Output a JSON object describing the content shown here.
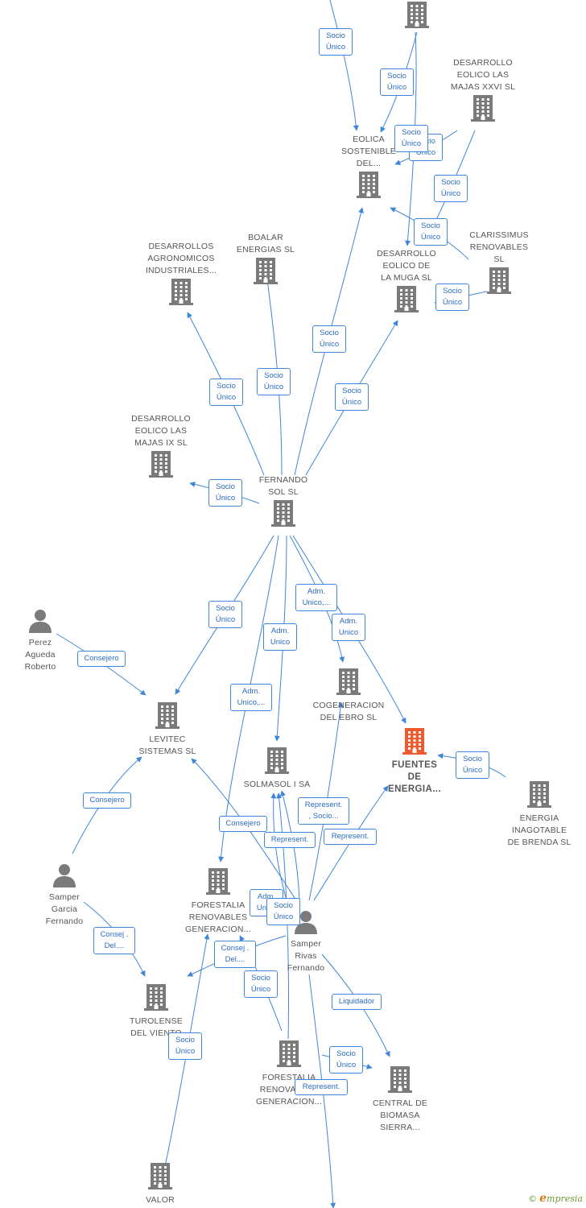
{
  "colors": {
    "company": "#7a7a7a",
    "focus": "#ef5a2e",
    "person": "#7a7a7a",
    "edge": "#3f86d9",
    "label": "#2b6cc4"
  },
  "nodes": [
    {
      "id": "top_company",
      "type": "company",
      "label": []
    },
    {
      "id": "eolica_sostenible",
      "type": "company",
      "label": [
        "EOLICA",
        "SOSTENIBLE",
        "DEL..."
      ]
    },
    {
      "id": "majas_xxvi",
      "type": "company",
      "label": [
        "DESARROLLO",
        "EOLICO LAS",
        "MAJAS XXVI  SL"
      ]
    },
    {
      "id": "clarissimus",
      "type": "company",
      "label": [
        "CLARISSIMUS",
        "RENOVABLES",
        "SL"
      ]
    },
    {
      "id": "la_muga",
      "type": "company",
      "label": [
        "DESARROLLO",
        "EOLICO DE",
        "LA MUGA SL"
      ]
    },
    {
      "id": "agronomicos",
      "type": "company",
      "label": [
        "DESARROLLOS",
        "AGRONOMICOS",
        "INDUSTRIALES..."
      ]
    },
    {
      "id": "boalar",
      "type": "company",
      "label": [
        "BOALAR",
        "ENERGIAS  SL"
      ]
    },
    {
      "id": "majas_ix",
      "type": "company",
      "label": [
        "DESARROLLO",
        "EOLICO LAS",
        "MAJAS IX  SL"
      ]
    },
    {
      "id": "fernando_sol",
      "type": "company",
      "label": [
        "FERNANDO",
        "SOL SL"
      ]
    },
    {
      "id": "perez",
      "type": "person",
      "label": [
        "Perez",
        "Agueda",
        "Roberto"
      ]
    },
    {
      "id": "levitec",
      "type": "company",
      "label": [
        "LEVITEC",
        "SISTEMAS  SL"
      ]
    },
    {
      "id": "cogeneracion",
      "type": "company",
      "label": [
        "COGENERACION",
        "DEL EBRO  SL"
      ]
    },
    {
      "id": "fuentes",
      "type": "focus",
      "label": [
        "FUENTES",
        "DE",
        "ENERGIA..."
      ]
    },
    {
      "id": "solmasol",
      "type": "company",
      "label": [
        "SOLMASOL I SA"
      ]
    },
    {
      "id": "energia_inagotable",
      "type": "company",
      "label": [
        "ENERGIA",
        "INAGOTABLE",
        "DE BRENDA  SL"
      ]
    },
    {
      "id": "samper_garcia",
      "type": "person",
      "label": [
        "Samper",
        "Garcia",
        "Fernando"
      ]
    },
    {
      "id": "forestalia_1",
      "type": "company",
      "label": [
        "FORESTALIA",
        "RENOVABLES",
        "GENERACION..."
      ]
    },
    {
      "id": "samper_rivas",
      "type": "person",
      "label": [
        "Samper",
        "Rivas",
        "Fernando"
      ]
    },
    {
      "id": "turolense",
      "type": "company",
      "label": [
        "TUROLENSE",
        "DEL VIENTO"
      ]
    },
    {
      "id": "forestalia_2",
      "type": "company",
      "label": [
        "FORESTALIA",
        "RENOVABLES",
        "GENERACION..."
      ]
    },
    {
      "id": "central_biomasa",
      "type": "company",
      "label": [
        "CENTRAL DE",
        "BIOMASA",
        "SIERRA..."
      ]
    },
    {
      "id": "valor",
      "type": "company",
      "label": [
        "VALOR"
      ]
    }
  ],
  "edge_labels": [
    {
      "id": "l1",
      "text": "Socio\nÚnico"
    },
    {
      "id": "l2",
      "text": "Socio\nÚnico"
    },
    {
      "id": "l3",
      "text": "Socio\nÚnico"
    },
    {
      "id": "l4",
      "text": "Socio\nÚnico"
    },
    {
      "id": "l5",
      "text": "Socio\nÚnico"
    },
    {
      "id": "l6",
      "text": "Socio\nÚnico"
    },
    {
      "id": "l7",
      "text": "Socio\nÚnico"
    },
    {
      "id": "l8",
      "text": "Socio\nÚnico"
    },
    {
      "id": "l9",
      "text": "Socio\nÚnico"
    },
    {
      "id": "l10",
      "text": "Socio\nÚnico"
    },
    {
      "id": "l11",
      "text": "Socio\nÚnico"
    },
    {
      "id": "l12",
      "text": "Socio\nÚnico"
    },
    {
      "id": "l13",
      "text": "Socio\nÚnico"
    },
    {
      "id": "l14",
      "text": "Adm.\nUnico,..."
    },
    {
      "id": "l15",
      "text": "Adm.\nUnico"
    },
    {
      "id": "l16",
      "text": "Adm.\nUnico"
    },
    {
      "id": "l17",
      "text": "Adm.\nUnico,..."
    },
    {
      "id": "l18",
      "text": "Consejero"
    },
    {
      "id": "l19",
      "text": "Socio\nÚnico"
    },
    {
      "id": "l20",
      "text": "Consejero"
    },
    {
      "id": "l21",
      "text": "Consejero"
    },
    {
      "id": "l22",
      "text": "Represent.\n, Socio..."
    },
    {
      "id": "l23",
      "text": "Represent."
    },
    {
      "id": "l24",
      "text": "Represent."
    },
    {
      "id": "l25",
      "text": "Adm.\nUnico"
    },
    {
      "id": "l26",
      "text": "Socio\nÚnico"
    },
    {
      "id": "l27",
      "text": "Consej .\nDel...."
    },
    {
      "id": "l28",
      "text": "Consej .\nDel...."
    },
    {
      "id": "l29",
      "text": "Socio\nÚnico"
    },
    {
      "id": "l30",
      "text": "Liquidador"
    },
    {
      "id": "l31",
      "text": "Socio\nÚnico"
    },
    {
      "id": "l32",
      "text": "Represent."
    },
    {
      "id": "l33",
      "text": "Socio\nÚnico"
    }
  ],
  "footer": {
    "copyright": "©",
    "brand_initial": "e",
    "brand_rest": "mpresia"
  }
}
